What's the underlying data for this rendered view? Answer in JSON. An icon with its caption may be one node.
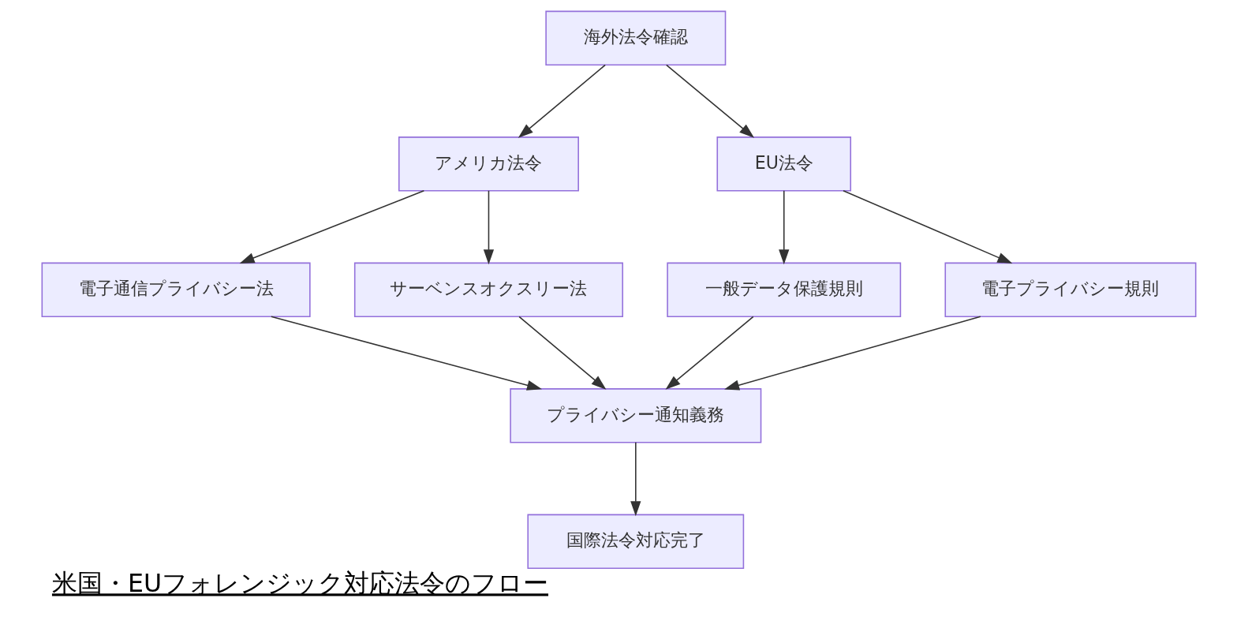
{
  "diagram": {
    "caption": "米国・EUフォレンジック対応法令のフロー",
    "nodes": [
      {
        "text": [
          "海外法令確認"
        ]
      },
      {
        "text": [
          "アメリカ法令"
        ]
      },
      {
        "text": [
          "EU法令"
        ]
      },
      {
        "text": [
          "電子通信プライバシー法"
        ]
      },
      {
        "text": [
          "サーベンスオクスリー法"
        ]
      },
      {
        "text": [
          "一般データ保護規則"
        ]
      },
      {
        "text": [
          "電子プライバシー規則"
        ]
      },
      {
        "text": [
          "プライバシー通知義務"
        ]
      },
      {
        "text": [
          "国際法令対応完了"
        ]
      }
    ],
    "edges": [
      {
        "from": 0,
        "to": 1,
        "arrow": "to"
      },
      {
        "from": 0,
        "to": 2,
        "arrow": "to"
      },
      {
        "from": 1,
        "to": 3,
        "arrow": "to"
      },
      {
        "from": 1,
        "to": 4,
        "arrow": "to"
      },
      {
        "from": 2,
        "to": 5,
        "arrow": "to"
      },
      {
        "from": 2,
        "to": 6,
        "arrow": "to"
      },
      {
        "from": 3,
        "to": 7,
        "arrow": "to"
      },
      {
        "from": 4,
        "to": 7,
        "arrow": "to"
      },
      {
        "from": 5,
        "to": 7,
        "arrow": "to"
      },
      {
        "from": 6,
        "to": 7,
        "arrow": "to"
      },
      {
        "from": 7,
        "to": 8,
        "arrow": "to"
      }
    ]
  }
}
